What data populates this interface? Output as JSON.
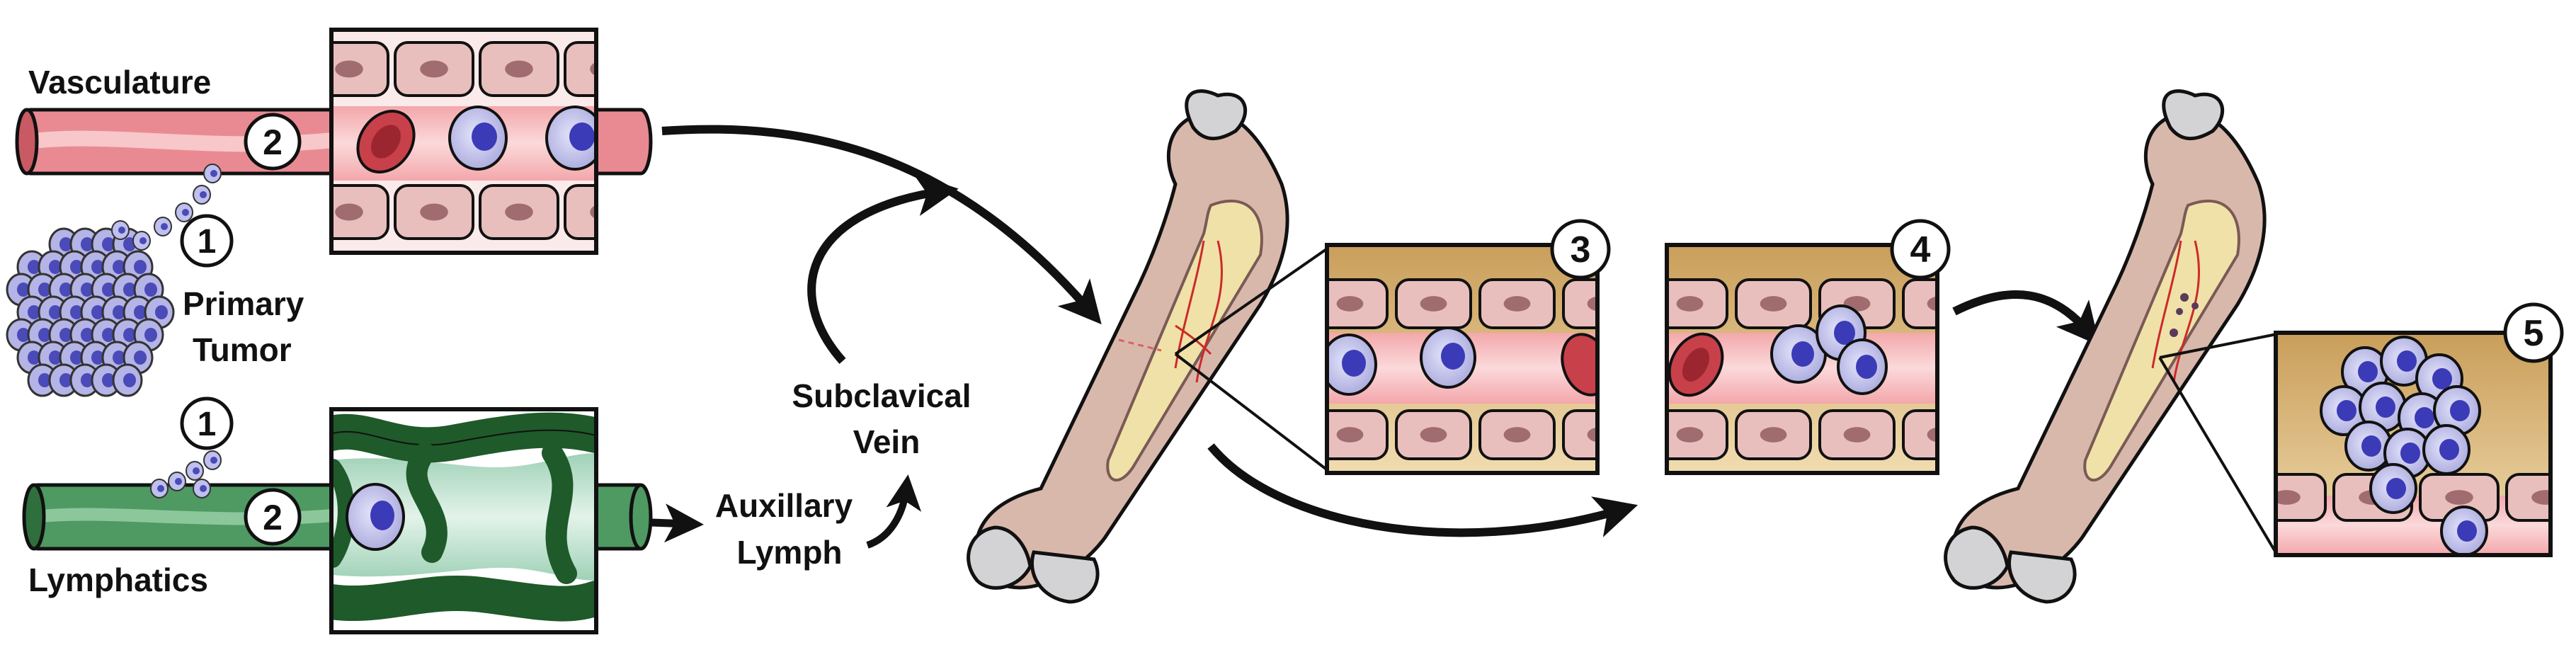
{
  "colors": {
    "vessel": "#e8818a",
    "vessel_light": "#f6c2c4",
    "vessel_dark": "#b23a44",
    "lymph": "#3f8a52",
    "lymph_dark": "#1f5a2a",
    "lymph_light": "#cfe8d9",
    "endothelium": "#e8bfbd",
    "nucleus": "#a06c70",
    "cell": "#c9c9f0",
    "cell_nucleus": "#3b3bb8",
    "rbc": "#c8404a",
    "bone": "#d9b8ac",
    "bone_dark": "#7a5a55",
    "marrow": "#f0e1a8",
    "niche": "#dcc28a",
    "cartilage": "#d3d3d6",
    "outline": "#111111"
  },
  "labels": {
    "vasculature": "Vasculature",
    "lymphatics": "Lymphatics",
    "primary_1": "Primary",
    "primary_2": "Tumor",
    "subclavical_1": "Subclavical",
    "subclavical_2": "Vein",
    "auxillary_1": "Auxillary",
    "auxillary_2": "Lymph"
  },
  "steps": [
    "1",
    "1",
    "2",
    "2",
    "3",
    "4",
    "5"
  ],
  "icons": [
    "curved-arrow-icon",
    "straight-arrow-icon"
  ]
}
